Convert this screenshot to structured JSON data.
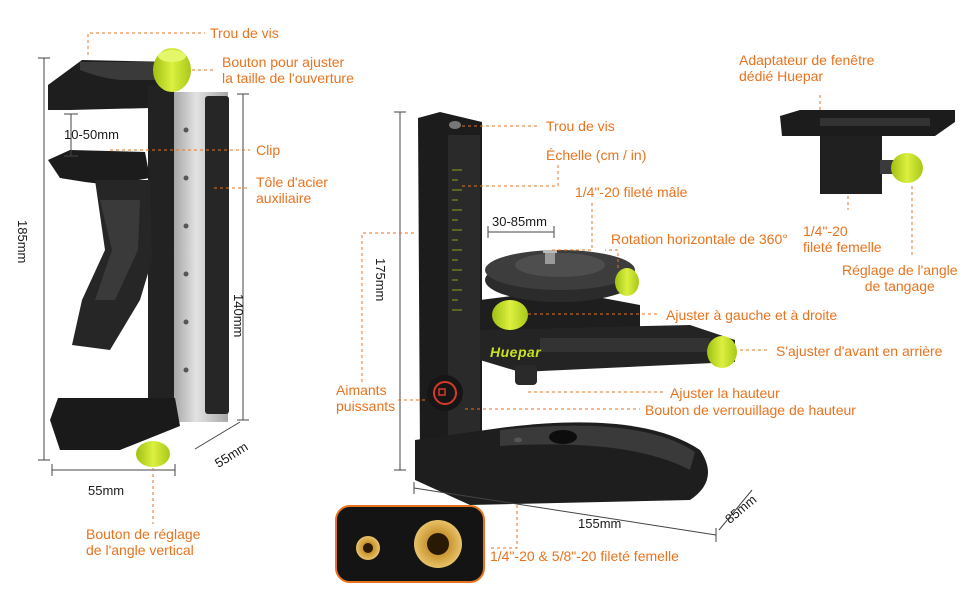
{
  "labels": {
    "screw_hole_left": "Trou de vis",
    "opening_knob": "Bouton pour ajuster\nla taille de l'ouverture",
    "clip": "Clip",
    "steel_plate": "Tôle d'acier\nauxiliaire",
    "vertical_angle_knob": "Bouton de réglage\nde l'angle vertical",
    "screw_hole_center": "Trou de vis",
    "scale": "Échelle (cm / in)",
    "male_thread": "1/4\"-20 fileté mâle",
    "horizontal_rotation": "Rotation horizontale de 360°",
    "left_right": "Ajuster à gauche et à droite",
    "front_back": "S'ajuster d'avant en arrière",
    "height": "Ajuster la hauteur",
    "height_lock": "Bouton de verrouillage de hauteur",
    "magnets": "Aimants\npuissants",
    "window_adapter": "Adaptateur de fenêtre\ndédié Huepar",
    "female_thread_small": "1/4\"-20\nfileté femelle",
    "pitch_angle": "Réglage de l'angle\nde tangage",
    "female_threads_bottom": "1/4\"-20 & 5/8\"-20 fileté femelle"
  },
  "dimensions": {
    "clip_opening": "10-50mm",
    "total_height_left": "185mm",
    "plate_height": "140mm",
    "depth_left": "55mm",
    "width_left": "55mm",
    "clamp_range": "30-85mm",
    "total_height_center": "175mm",
    "base_length": "155mm",
    "base_depth": "85mm"
  },
  "brand": "Huepar",
  "colors": {
    "accent": "#e8731e",
    "knob": "#c8e21e",
    "body": "#1e1e1e",
    "steel": "#c9c9c9"
  }
}
